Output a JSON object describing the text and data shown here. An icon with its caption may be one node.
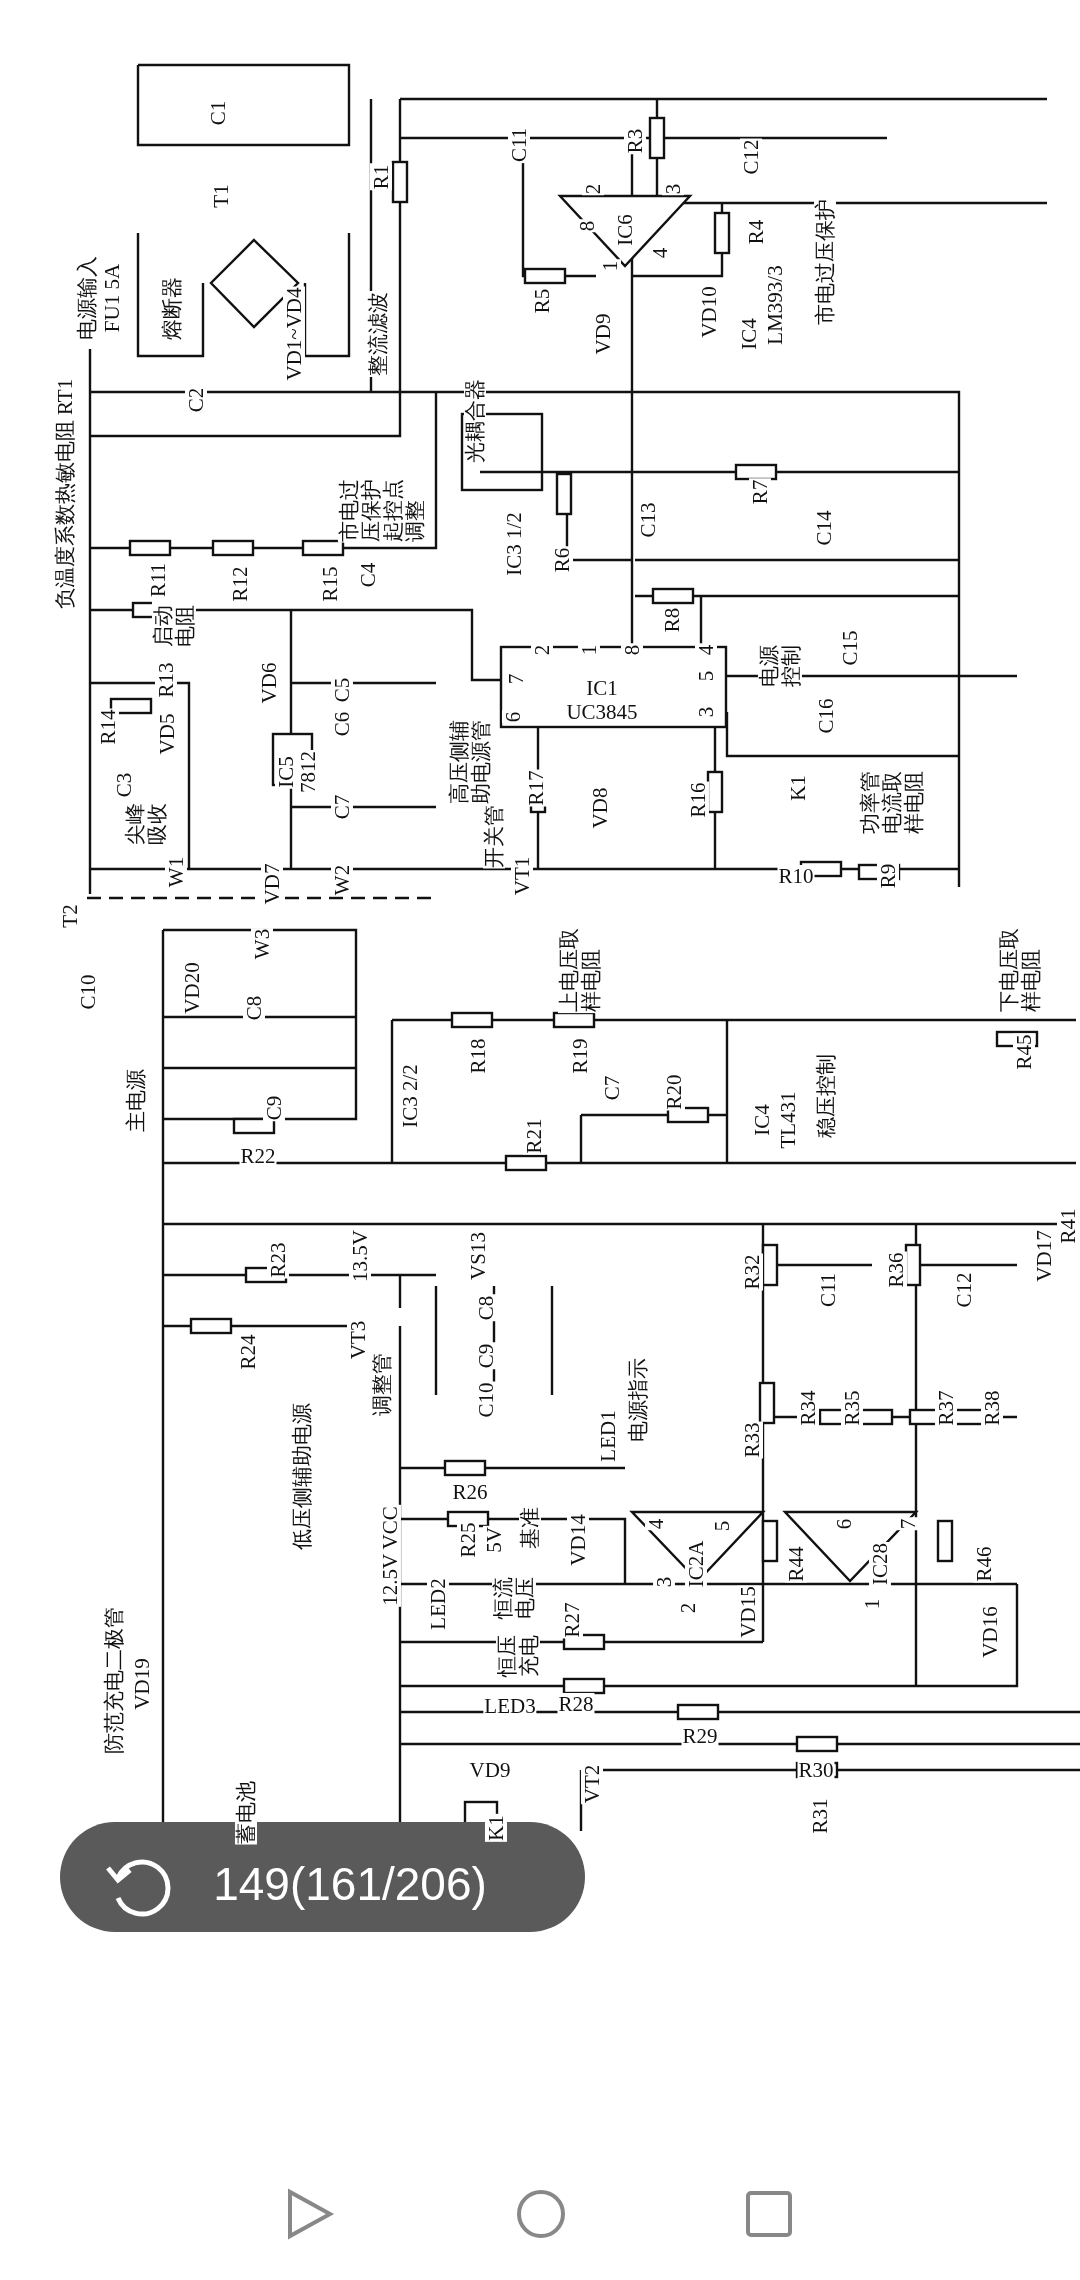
{
  "diagram": {
    "labels": [
      "C1",
      "R3",
      "C11",
      "C12",
      "R1",
      "2",
      "3",
      "T1",
      "8",
      "IC6",
      "R4",
      "4",
      "1",
      "电源输入",
      "FU1 5A",
      "熔断器",
      "R5",
      "VD10",
      "VD9",
      "IC4",
      "LM393/3",
      "市电过压保护",
      "VD1~VD4",
      "整流滤波",
      "负温度系数热敏电阻 RT1",
      "C2",
      "光耦合器",
      "市电过压保护起控点调整",
      "R7",
      "C13",
      "C14",
      "IC3 1/2",
      "R6",
      "R11",
      "启动电阻",
      "R12",
      "R15",
      "C4",
      "R8",
      "C15",
      "电源控制",
      "7",
      "2",
      "1",
      "8",
      "4",
      "5",
      "3",
      "6",
      "IC1",
      "UC3845",
      "R13",
      "VD6",
      "C5",
      "R14",
      "VD5",
      "C6",
      "IC5",
      "7812",
      "C16",
      "C3",
      "尖峰吸收",
      "C7",
      "高压侧辅助电源管",
      "R17",
      "VD8",
      "R16",
      "K1",
      "功率管电流取样电阻",
      "开关管",
      "W1",
      "VT1",
      "R10",
      "R9",
      "VD7",
      "W2",
      "T2",
      "W3",
      "上电压取样电阻",
      "下电压取样电阻",
      "C10",
      "VD20",
      "C8",
      "主电源",
      "C9",
      "IC3 2/2",
      "R18",
      "R19",
      "C7",
      "R20",
      "稳压控制",
      "R45",
      "IC4",
      "TL431",
      "R21",
      "R22",
      "R23",
      "13.5V",
      "VS13",
      "R32",
      "C11",
      "R36",
      "C12",
      "VD17",
      "R41",
      "C8",
      "R24",
      "VT3",
      "C9",
      "调整管",
      "C10",
      "电源指示",
      "R34",
      "R35",
      "R37",
      "R38",
      "LED1",
      "R33",
      "低压侧辅助电源",
      "R26",
      "4",
      "5",
      "6",
      "7",
      "R25",
      "5V",
      "基准",
      "VD14",
      "12.5V VCC",
      "IC2A",
      "R44",
      "IC28",
      "R46",
      "3",
      "LED2",
      "恒流电压",
      "2",
      "1",
      "VD15",
      "R27",
      "VD16",
      "恒压充电",
      "防范充电二极管",
      "VD19",
      "LED3",
      "R28",
      "R29",
      "VD9",
      "R30",
      "VT2",
      "蓄电池",
      "K1",
      "R31",
      "149(161/206)"
    ]
  }
}
